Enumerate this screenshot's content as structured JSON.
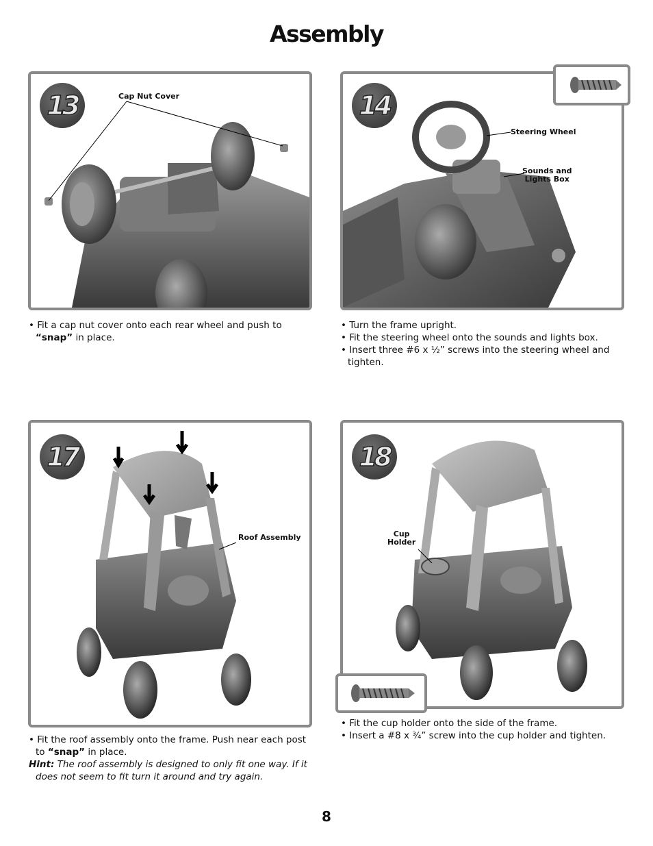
{
  "title": "Assembly",
  "page_number": "8",
  "steps": [
    {
      "number": "13",
      "callouts": [
        "Cap Nut Cover"
      ],
      "instructions": [
        {
          "bullet": "•",
          "text": "Fit a cap nut cover onto each rear wheel and push to ",
          "bold": "“snap”",
          "text2": " in place."
        }
      ]
    },
    {
      "number": "14",
      "callouts": [
        "Steering Wheel",
        "Sounds and",
        "Lights Box"
      ],
      "instructions": [
        {
          "bullet": "•",
          "text": "Turn the frame upright."
        },
        {
          "bullet": "•",
          "text": "Fit the steering wheel onto the sounds and lights box."
        },
        {
          "bullet": "•",
          "text": "Insert three #6 x ½” screws into the steering wheel and tighten."
        }
      ]
    },
    {
      "number": "17",
      "callouts": [
        "Roof Assembly"
      ],
      "instructions": [
        {
          "bullet": "•",
          "text": "Fit the roof assembly onto the frame. Push near each post to ",
          "bold": "“snap”",
          "text2": " in place."
        }
      ],
      "hint_label": "Hint:",
      "hint_text": " The roof assembly is designed to only fit one way. If it does not seem to fit turn it around and try again."
    },
    {
      "number": "18",
      "callouts": [
        "Cup",
        "Holder"
      ],
      "instructions": [
        {
          "bullet": "•",
          "text": "Fit the cup holder onto the side of the frame."
        },
        {
          "bullet": "•",
          "text": "Insert a #8 x ¾” screw into the cup holder and tighten."
        }
      ]
    }
  ]
}
